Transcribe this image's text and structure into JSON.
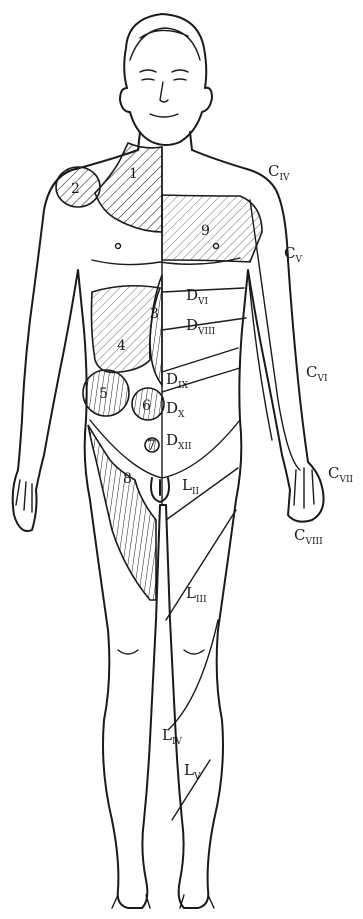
{
  "dermatomes": [
    {
      "letter": "C",
      "sub": "IV"
    },
    {
      "letter": "C",
      "sub": "V"
    },
    {
      "letter": "D",
      "sub": "VI"
    },
    {
      "letter": "D",
      "sub": "VIII"
    },
    {
      "letter": "C",
      "sub": "VI"
    },
    {
      "letter": "D",
      "sub": "IX"
    },
    {
      "letter": "D",
      "sub": "X"
    },
    {
      "letter": "D",
      "sub": "XII"
    },
    {
      "letter": "C",
      "sub": "VII"
    },
    {
      "letter": "L",
      "sub": "II"
    },
    {
      "letter": "C",
      "sub": "VIII"
    },
    {
      "letter": "L",
      "sub": "III"
    },
    {
      "letter": "L",
      "sub": "IV"
    },
    {
      "letter": "L",
      "sub": "V"
    }
  ],
  "zones": [
    "1",
    "2",
    "3",
    "4",
    "5",
    "6",
    "7",
    "8",
    "9"
  ],
  "colors": {
    "ink": "#1a1a1a",
    "paper": "#ffffff"
  }
}
